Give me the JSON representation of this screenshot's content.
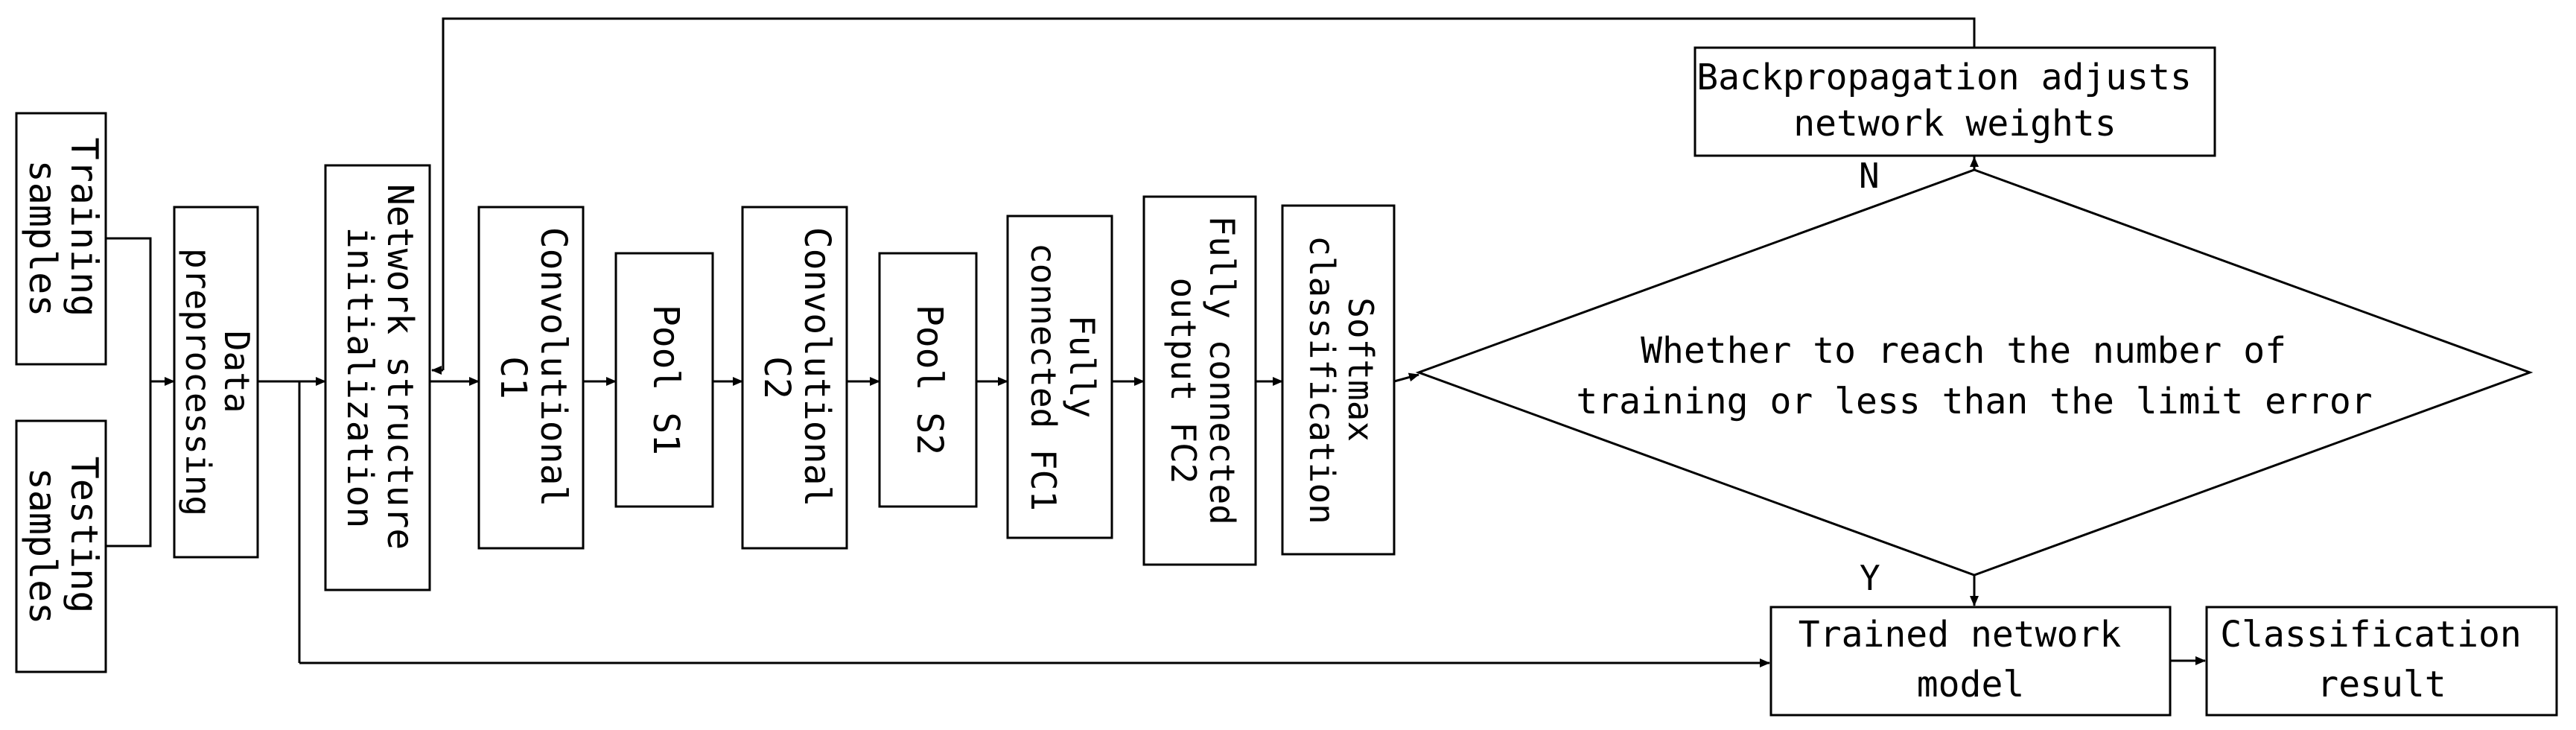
{
  "diagram": {
    "nodes": {
      "training_samples": [
        "Training",
        "samples"
      ],
      "testing_samples": [
        "Testing",
        "samples"
      ],
      "data_preprocessing": [
        "Data",
        "preprocessing"
      ],
      "network_init": [
        "Network structure",
        "initialization"
      ],
      "conv_c1": [
        "Convolutional",
        "C1"
      ],
      "pool_s1": [
        "Pool S1"
      ],
      "conv_c2": [
        "Convolutional",
        "C2"
      ],
      "pool_s2": [
        "Pool S2"
      ],
      "fc1": [
        "Fully",
        "connected FC1"
      ],
      "fc2": [
        "Fully connected",
        "output FC2"
      ],
      "softmax": [
        "Softmax",
        "classification"
      ],
      "decision": [
        "Whether to reach the number of",
        "training or less than the limit error"
      ],
      "backprop": [
        "Backpropagation adjusts",
        "network weights"
      ],
      "trained_model": [
        "Trained network",
        "model"
      ],
      "classification_result": [
        "Classification",
        "result"
      ]
    },
    "edge_labels": {
      "no": "N",
      "yes": "Y"
    },
    "colors": {
      "stroke": "#000000",
      "background": "#ffffff"
    }
  }
}
